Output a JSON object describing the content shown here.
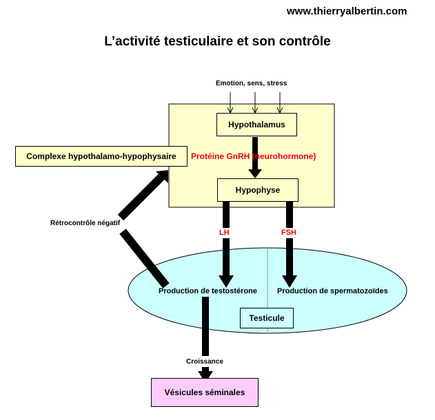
{
  "header": {
    "site": "www.thierryalbertin.com",
    "title": "L’activité testiculaire et son contrôle"
  },
  "diagram": {
    "inputs": "Emotion, sens, stress",
    "hypothalamus": "Hypothalamus",
    "gnrh": "Protéine GnRH (neurohormone)",
    "hypophyse": "Hypophyse",
    "complexe": "Complexe hypothalamo-hypophysaire",
    "retro": "Rétrocontrôle négatif",
    "lh": "LH",
    "fsh": "FSH",
    "prod_testo": "Production de testostérone",
    "prod_sperm": "Production de spermatozoïdes",
    "testicule": "Testicule",
    "croissance": "Croissance",
    "vesicules": "Vésicules séminales"
  },
  "colors": {
    "complex_fill": "#ffffcc",
    "testis_fill": "#ccffff",
    "vesicle_fill": "#ffccff",
    "hormone_red": "#e8001c"
  }
}
